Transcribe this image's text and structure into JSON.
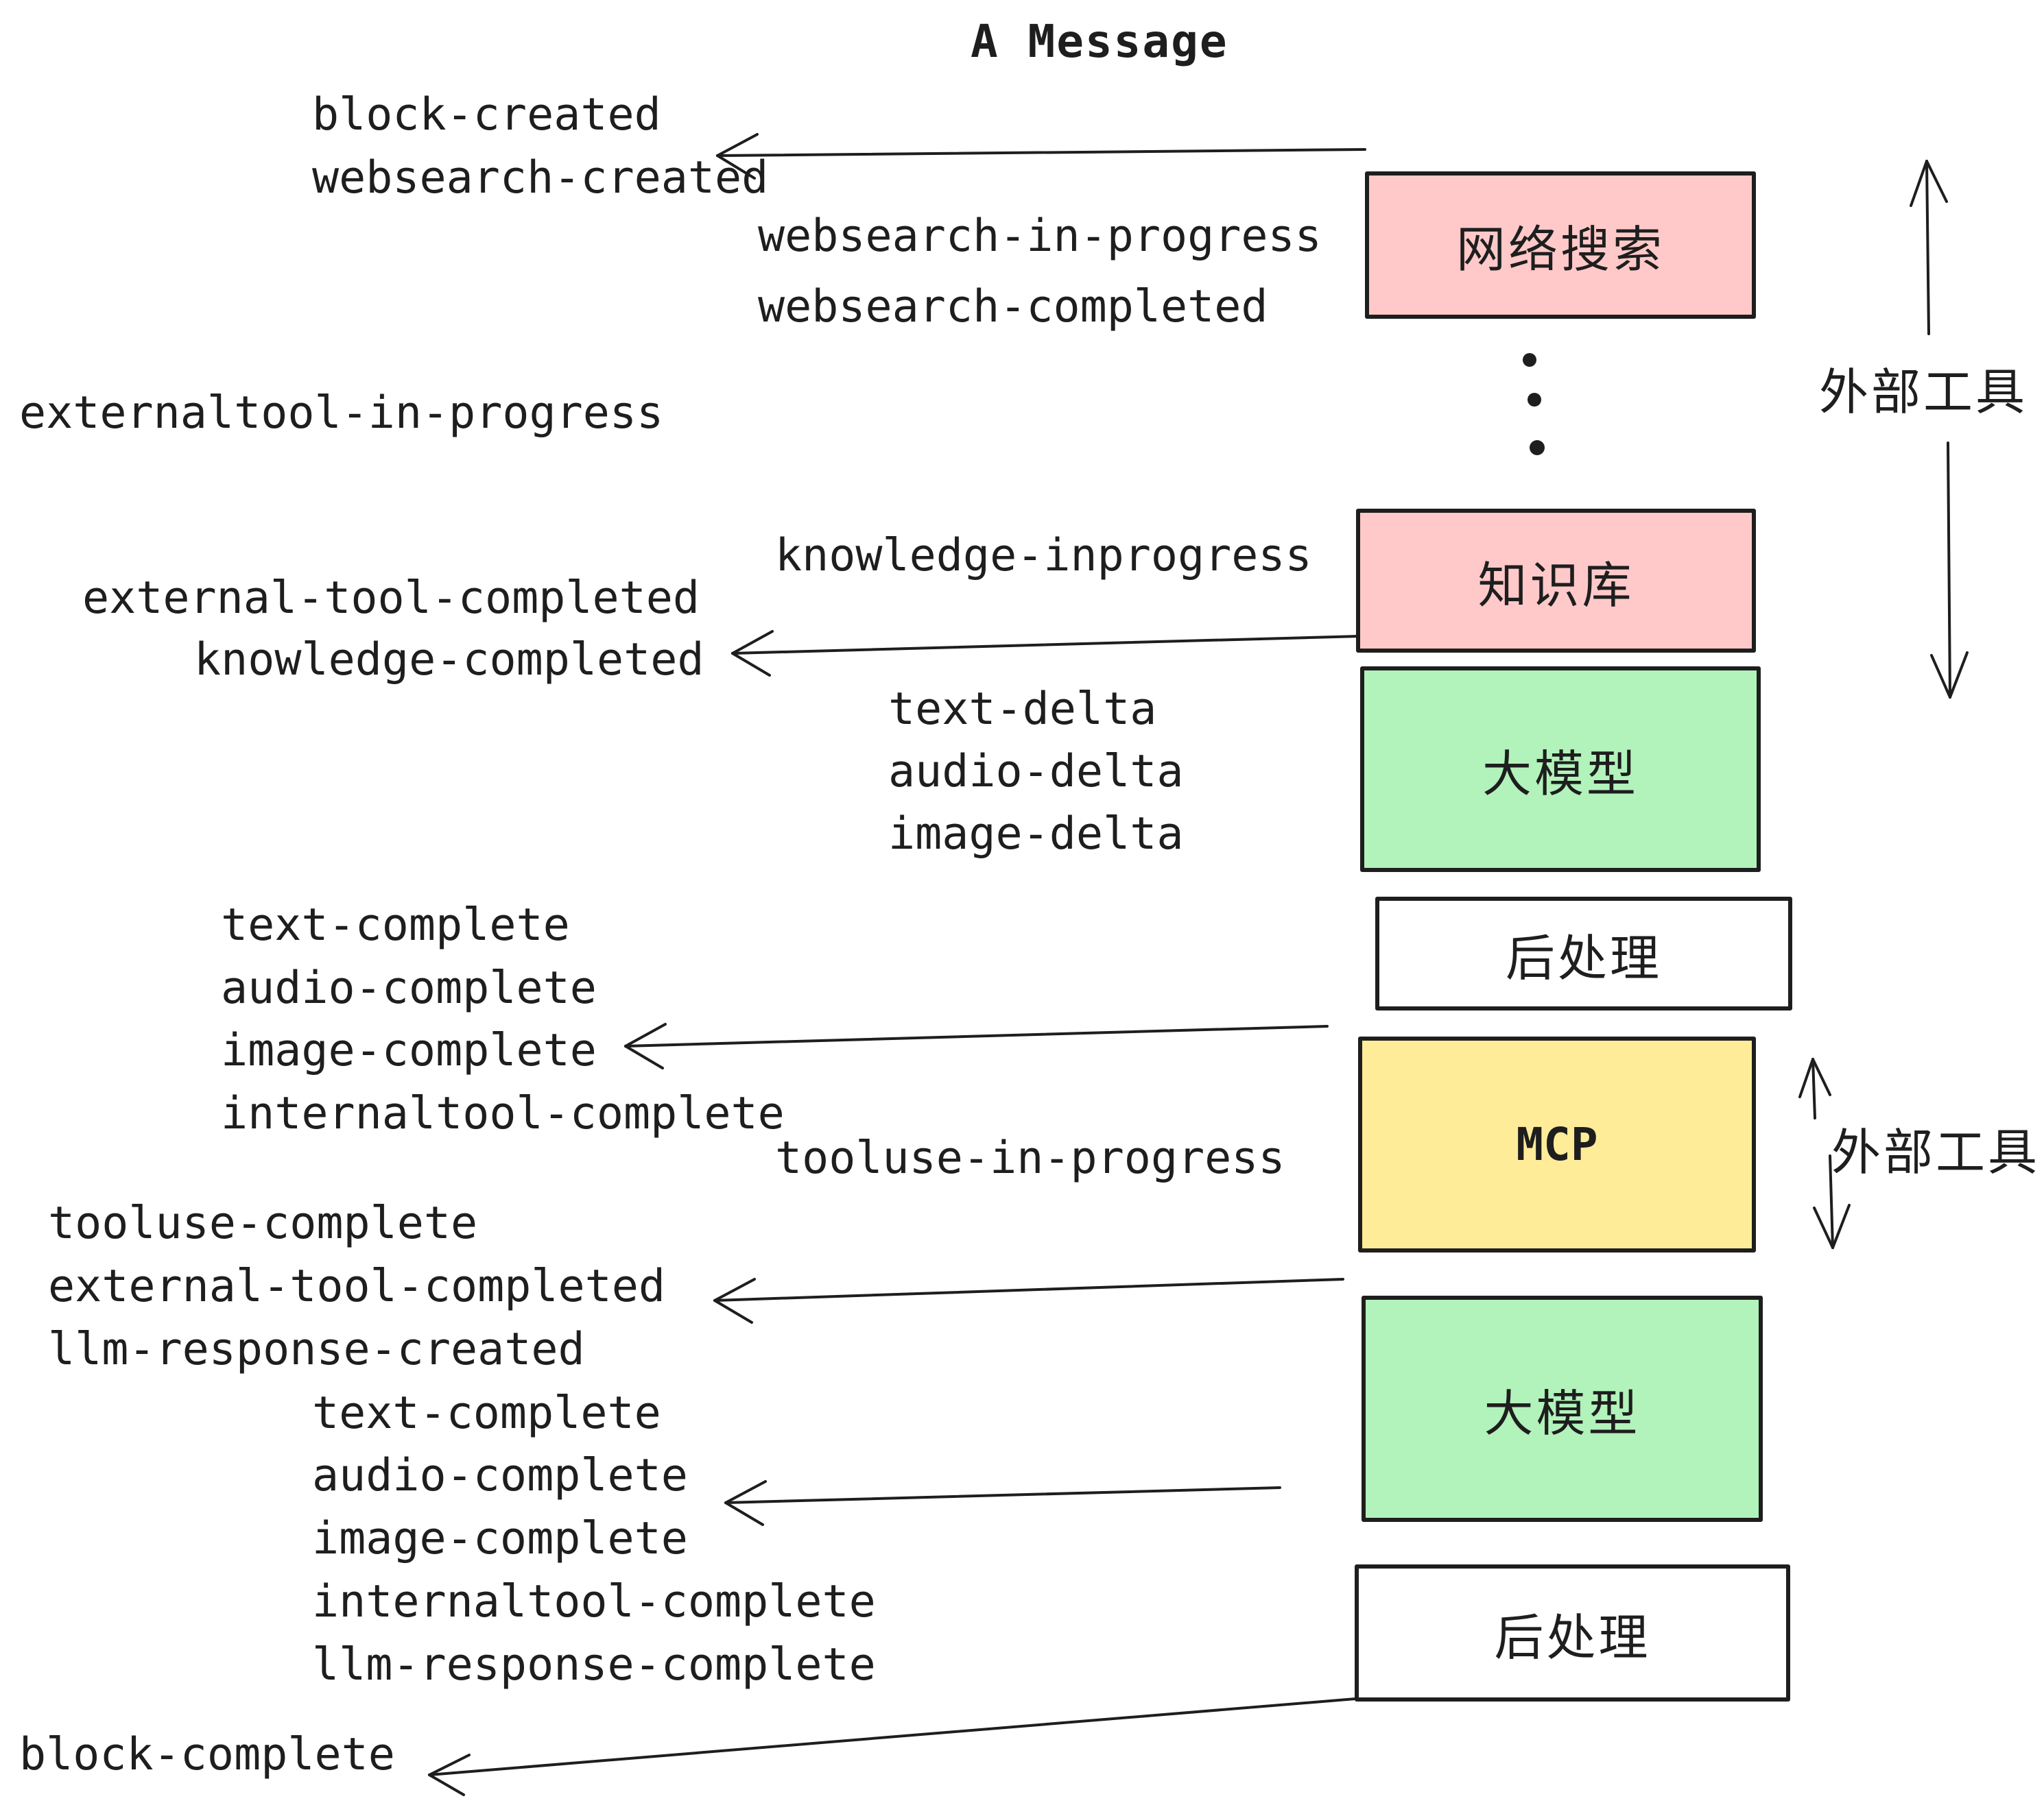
{
  "title": {
    "text": "A Message"
  },
  "palette": {
    "stroke": "#1e1e1e",
    "box_pink": "#ffc9c9",
    "box_green": "#b2f2bb",
    "box_yellow": "#ffec99",
    "box_white": "#ffffff"
  },
  "boxes": [
    {
      "id": "websearch",
      "label": "网络搜索",
      "fill": "#ffc9c9"
    },
    {
      "id": "knowledge",
      "label": "知识库",
      "fill": "#ffc9c9"
    },
    {
      "id": "llm-1",
      "label": "大模型",
      "fill": "#b2f2bb"
    },
    {
      "id": "postprocess-1",
      "label": "后处理",
      "fill": "#ffffff"
    },
    {
      "id": "mcp",
      "label": "MCP",
      "fill": "#ffec99"
    },
    {
      "id": "llm-2",
      "label": "大模型",
      "fill": "#b2f2bb"
    },
    {
      "id": "postprocess-2",
      "label": "后处理",
      "fill": "#ffffff"
    }
  ],
  "events": [
    {
      "text": "block-created"
    },
    {
      "text": "websearch-created"
    },
    {
      "text": "websearch-in-progress"
    },
    {
      "text": "websearch-completed"
    },
    {
      "text": "externaltool-in-progress"
    },
    {
      "text": "knowledge-inprogress"
    },
    {
      "text": "external-tool-completed"
    },
    {
      "text": "knowledge-completed"
    },
    {
      "text": "text-delta"
    },
    {
      "text": "audio-delta"
    },
    {
      "text": "image-delta"
    },
    {
      "text": "text-complete"
    },
    {
      "text": "audio-complete"
    },
    {
      "text": "image-complete"
    },
    {
      "text": "internaltool-complete"
    },
    {
      "text": "tooluse-in-progress"
    },
    {
      "text": "tooluse-complete"
    },
    {
      "text": "external-tool-completed"
    },
    {
      "text": "llm-response-created"
    },
    {
      "text": "text-complete"
    },
    {
      "text": "audio-complete"
    },
    {
      "text": "image-complete"
    },
    {
      "text": "internaltool-complete"
    },
    {
      "text": "llm-response-complete"
    },
    {
      "text": "block-complete"
    }
  ],
  "annotations": [
    {
      "text": "外部工具"
    },
    {
      "text": "外部工具"
    }
  ]
}
